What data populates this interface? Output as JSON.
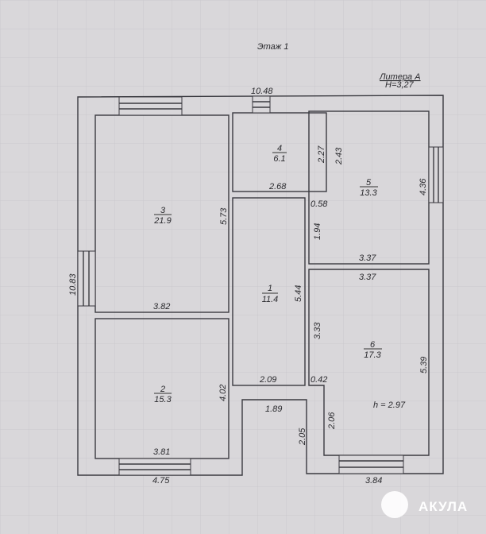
{
  "title": "Этаж 1",
  "litera": {
    "name": "Литера А",
    "height": "Н=3,27"
  },
  "dimensions": {
    "top_total": "10.48",
    "left_total": "10.83",
    "room4_w": "2.68",
    "room4_h": "2.27",
    "room5_h_left": "2.43",
    "room5_h_right": "4.36",
    "room5_off": "0.58",
    "room5_bottom": "3.37",
    "room3_h": "5.73",
    "room3_w": "3.82",
    "corridor_h": "5.44",
    "corridor_small": "1.94",
    "corridor_bottom": "2.09",
    "room6_top": "3.37",
    "room6_left": "3.33",
    "room6_right": "5.39",
    "room6_notch": "0.42",
    "room6_lower": "2.06",
    "room2_h": "4.02",
    "room2_w": "3.81",
    "notch_w": "1.89",
    "notch_h": "2.05",
    "bottom_left": "4.75",
    "bottom_right": "3.84",
    "room6_height": "h = 2.97"
  },
  "rooms": [
    {
      "number": "1",
      "area": "11.4"
    },
    {
      "number": "2",
      "area": "15.3"
    },
    {
      "number": "3",
      "area": "21.9"
    },
    {
      "number": "4",
      "area": "6.1"
    },
    {
      "number": "5",
      "area": "13.3"
    },
    {
      "number": "6",
      "area": "17.3"
    }
  ],
  "watermark": {
    "text": "АКУЛА",
    "icon": "shark-logo-icon"
  }
}
